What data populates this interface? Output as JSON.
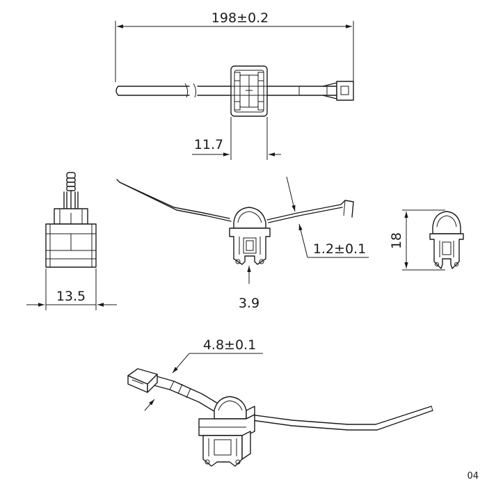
{
  "dimensions": {
    "overall_length": "198±0.2",
    "clip_width": "11.7",
    "strap_thickness": "1.2±0.1",
    "panel_thickness": "3.9",
    "height": "18",
    "side_width": "13.5",
    "strap_width": "4.8±0.1"
  },
  "page_code": "04",
  "colors": {
    "line": "#1a1a1a",
    "background": "#ffffff"
  }
}
